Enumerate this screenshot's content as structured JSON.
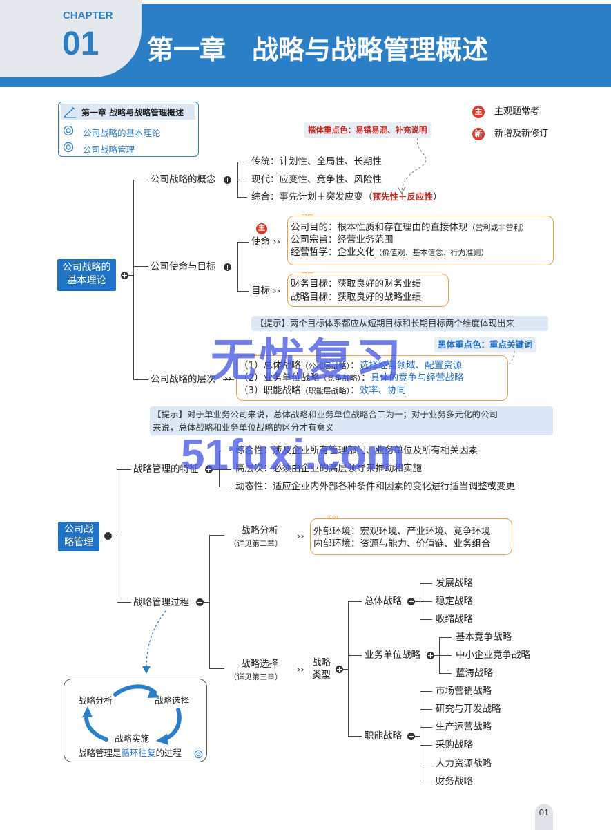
{
  "header": {
    "chapter_label": "CHAPTER",
    "chapter_number": "01",
    "title": "第一章　战略与战略管理概述",
    "bar_color": "#2b7fc7"
  },
  "toc": {
    "title": "第一章 战略与战略管理概述",
    "items": [
      "公司战略的基本理论",
      "公司战略管理"
    ]
  },
  "legend": {
    "main_mark": "主",
    "main_label": "主观题常考",
    "new_mark": "新",
    "new_label": "新增及新修订",
    "kai_note": "楷体重点色：易错易混、补充说明",
    "hei_note": "黑体重点色：重点关键词"
  },
  "theory": {
    "root": "公司战略的\n基本理论",
    "concept": {
      "label": "公司战略的概念",
      "items": [
        "传统：计划性、全局性、长期性",
        "现代：应变性、竞争性、风险性",
        "综合：事先计划＋突发应变（",
        "预先性＋反应性",
        "）"
      ]
    },
    "mission": {
      "label": "公司使命与目标",
      "mission_label": "使命 ››",
      "purpose": "公司目的：根本性质和存在理由的直接体现",
      "purpose_note": "（营利或非营利）",
      "tenet": "公司宗旨：经营业务范围",
      "philosophy": "经营哲学：企业文化",
      "philosophy_note": "（价值观、基本信念、行为准则）",
      "goal_label": "目标 ››",
      "goal_fin": "财务目标：获取良好的财务业绩",
      "goal_strat": "战略目标：获取良好的战略业绩",
      "tip": "【提示】两个目标体系都应从短期目标和长期目标两个维度体现出来"
    },
    "levels": {
      "label": "公司战略的层次",
      "l1a": "（1）总体战略",
      "l1b": "（公司层战略）",
      "l1c": "：",
      "l1d": "选择经营领域、配置资源",
      "l2a": "（2）业务单位战略",
      "l2b": "（竞争战略）",
      "l2c": "：",
      "l2d": "具体的竞争与经营战略",
      "l3a": "（3）职能战略",
      "l3b": "（职能层战略）",
      "l3c": "：",
      "l3d": "效率、协同",
      "tip": "【提示】对于单业务公司来说，总体战略和业务单位战略合二为一；对于业务多元化的公司\n来说，总体战略和业务单位战略的区分才有意义"
    }
  },
  "management": {
    "root": "公司战\n略管理",
    "features": {
      "label": "战略管理的特征",
      "items": [
        "综合性：涉及企业所有管理部门、业务单位及所有相关因素",
        "高层次：必须由企业的高层领导来推动和实施",
        "动态性：适应企业内外部各种条件和因素的变化进行适当调整或变更"
      ]
    },
    "process": {
      "label": "战略管理过程",
      "analysis": "战略分析",
      "analysis_ref": "（详见第二章）",
      "external": "外部环境：宏观环境、产业环境、竞争环境",
      "internal": "内部环境：资源与能力、价值链、业务组合",
      "choice": "战略选择",
      "choice_ref": "（详见第三章）",
      "types": "战略\n类型",
      "corporate": "总体战略",
      "corporate_items": [
        "发展战略",
        "稳定战略",
        "收缩战略"
      ],
      "business": "业务单位战略",
      "business_items": [
        "基本竞争战略",
        "中小企业竞争战略",
        "蓝海战略"
      ],
      "functional": "职能战略",
      "functional_items": [
        "市场营销战略",
        "研究与开发战略",
        "生产运营战略",
        "采购战略",
        "人力资源战略",
        "财务战略"
      ]
    },
    "cycle": {
      "analysis": "战略分析",
      "choice": "战略选择",
      "implement": "战略实施",
      "caption_pre": "战略管理是",
      "caption_key": "循环往复",
      "caption_post": "的过程"
    }
  },
  "watermark": {
    "line1": "无忧复习",
    "line2": "51fuxi.com"
  },
  "page_number": "01"
}
